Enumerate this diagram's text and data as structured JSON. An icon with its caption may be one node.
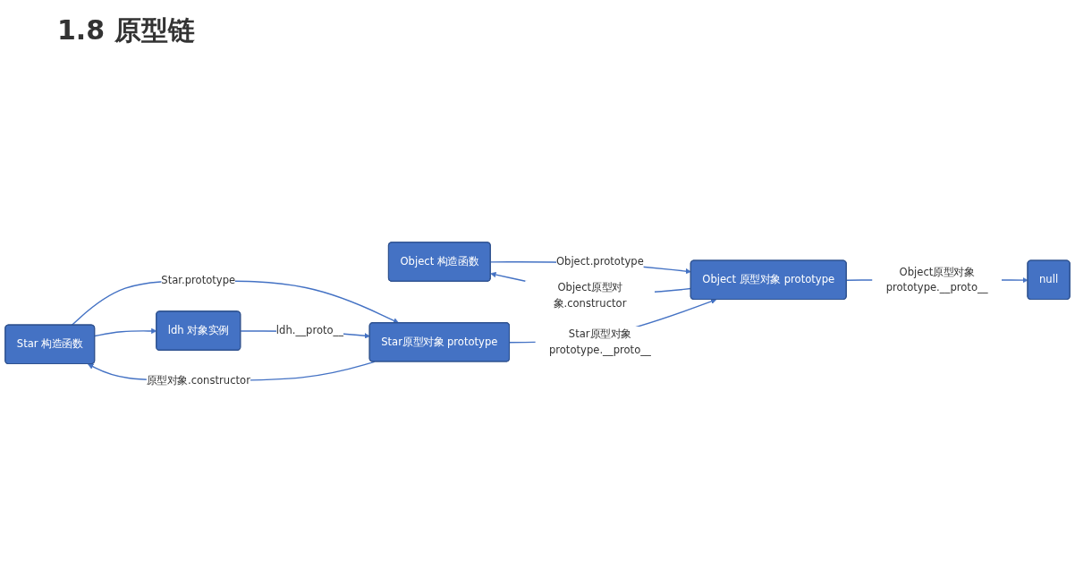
{
  "diagram": {
    "title": "1.8 原型链",
    "nodes": [
      {
        "text": [
          "null"
        ]
      },
      {
        "text": [
          "Object 构造函数"
        ]
      },
      {
        "text": [
          "Object 原型对象 prototype"
        ]
      },
      {
        "text": [
          "Star 构造函数"
        ]
      },
      {
        "text": [
          "Star原型对象 prototype"
        ]
      },
      {
        "text": [
          "ldh 对象实例"
        ]
      }
    ],
    "edges": [
      {
        "from": 1,
        "to": 2,
        "arrow": "to",
        "label": "Object.prototype"
      },
      {
        "from": 2,
        "to": 1,
        "arrow": "to",
        "label": "Object原型对象.constructor"
      },
      {
        "from": 2,
        "to": 0,
        "arrow": "to",
        "label": "Object原型对象prototype.__proto__"
      },
      {
        "from": 3,
        "to": 4,
        "arrow": "to",
        "label": "Star.prototype"
      },
      {
        "from": 4,
        "to": 3,
        "arrow": "to",
        "label": "原型对象.constructor"
      },
      {
        "from": 4,
        "to": 2,
        "arrow": "to",
        "label": "Star原型对象prototype.__proto__"
      },
      {
        "from": 3,
        "to": 5,
        "arrow": "to"
      },
      {
        "from": 5,
        "to": 4,
        "arrow": "to",
        "label": "ldh.__proto__"
      }
    ]
  }
}
